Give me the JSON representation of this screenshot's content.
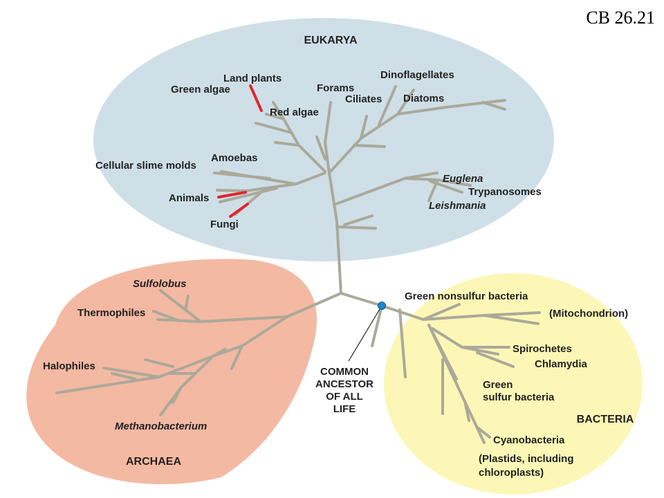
{
  "reference": "CB 26.21",
  "colors": {
    "eukarya_fill": "#cfdfe8",
    "archaea_fill": "#f4b9a3",
    "bacteria_fill": "#fcf7b6",
    "branch": "#aba99a",
    "highlight": "#e0262d",
    "ancestor_dot": "#1e88c8"
  },
  "domains": {
    "eukarya": "EUKARYA",
    "archaea": "ARCHAEA",
    "bacteria": "BACTERIA"
  },
  "eukarya_labels": {
    "land_plants": "Land plants",
    "green_algae": "Green algae",
    "red_algae": "Red algae",
    "forams": "Forams",
    "ciliates": "Ciliates",
    "dinoflagellates": "Dinoflagellates",
    "diatoms": "Diatoms",
    "amoebas": "Amoebas",
    "cellular_slime_molds": "Cellular slime molds",
    "animals": "Animals",
    "fungi": "Fungi",
    "euglena": "Euglena",
    "trypanosomes": "Trypanosomes",
    "leishmania": "Leishmania"
  },
  "archaea_labels": {
    "sulfolobus": "Sulfolobus",
    "thermophiles": "Thermophiles",
    "halophiles": "Halophiles",
    "methanobacterium": "Methanobacterium"
  },
  "bacteria_labels": {
    "green_nonsulfur": "Green nonsulfur bacteria",
    "mitochondrion": "(Mitochondrion)",
    "spirochetes": "Spirochetes",
    "chlamydia": "Chlamydia",
    "green_sulfur_1": "Green",
    "green_sulfur_2": "sulfur bacteria",
    "cyanobacteria": "Cyanobacteria",
    "plastids_1": "(Plastids, including",
    "plastids_2": "chloroplasts)"
  },
  "ancestor": {
    "line1": "COMMON",
    "line2": "ANCESTOR",
    "line3": "OF ALL",
    "line4": "LIFE"
  }
}
